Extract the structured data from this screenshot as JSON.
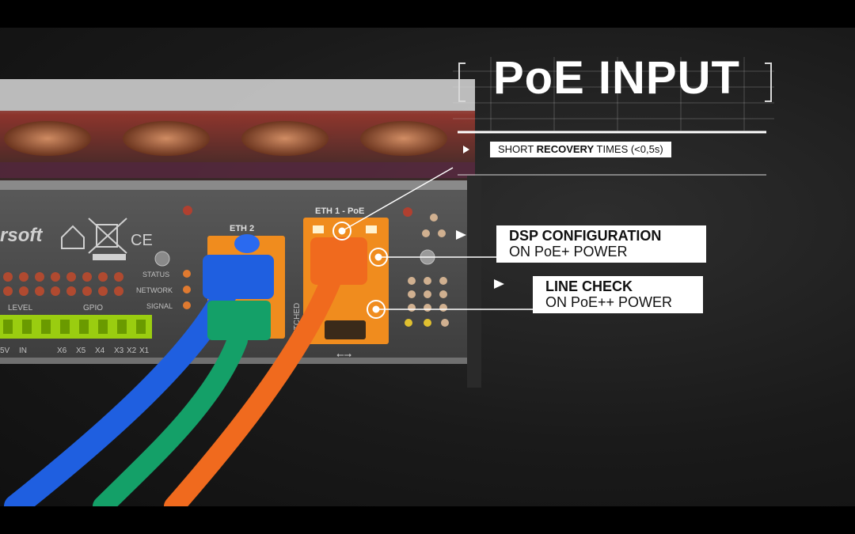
{
  "headline": {
    "title": "PoE INPUT"
  },
  "features": [
    {
      "text_before": "SHORT ",
      "text_bold": "RECOVERY",
      "text_after": " TIMES (<0,5s)"
    },
    {
      "line1": "DSP CONFIGURATION",
      "line2": "ON PoE+ POWER"
    },
    {
      "line1": "LINE CHECK",
      "line2": "ON PoE++ POWER"
    }
  ],
  "device": {
    "brand_partial": "rsoft",
    "port_labels": {
      "eth1": "ETH 1 - PoE",
      "eth2": "ETH 2"
    },
    "indicator_labels": [
      "STATUS",
      "NETWORK",
      "SIGNAL"
    ],
    "section_labels": {
      "level": "LEVEL",
      "gpio": "GPIO"
    },
    "switched": "ITCHED",
    "terminal_labels": [
      "5V",
      "IN",
      "X6",
      "X5",
      "X4",
      "X3",
      "X2",
      "X1"
    ]
  },
  "colors": {
    "cable_blue": "#1f5fe0",
    "cable_green": "#14a068",
    "cable_orange": "#f06a1e",
    "port_orange": "#f08c1e",
    "terminal_green": "#9acd10"
  }
}
